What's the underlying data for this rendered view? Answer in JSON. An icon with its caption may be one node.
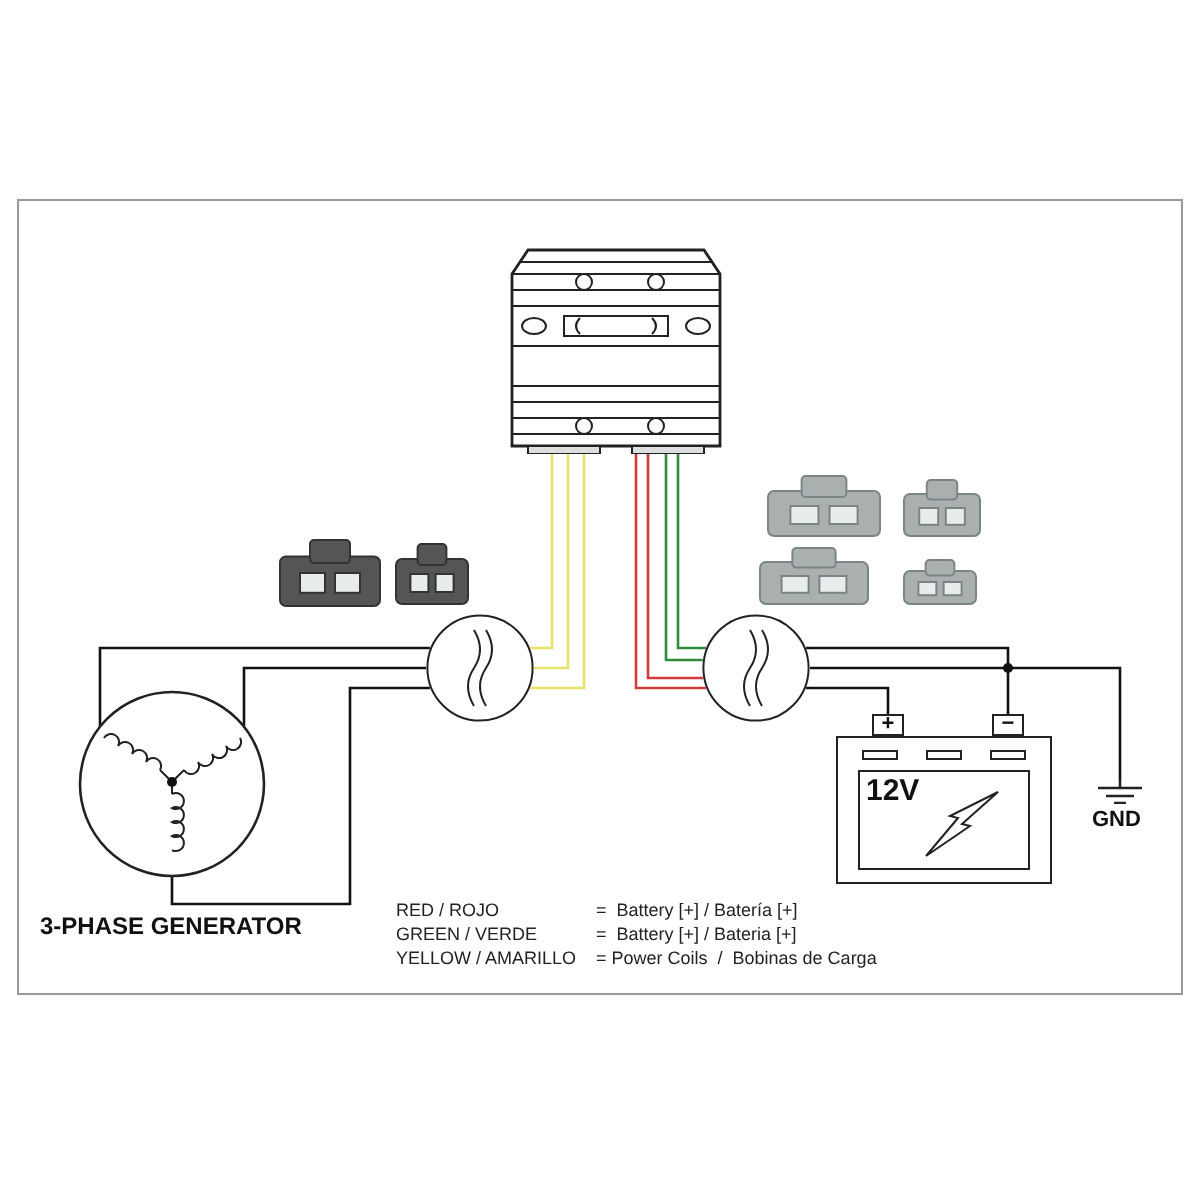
{
  "diagram": {
    "nodes": [
      {
        "text": [],
        "shape": "picture"
      },
      {
        "text": [],
        "shape": "circle"
      },
      {
        "text": [],
        "shape": "circle"
      },
      {
        "text": [
          "3-PHASE GENERATOR"
        ]
      },
      {
        "text": [
          "12V"
        ]
      },
      {
        "text": [
          "+"
        ]
      },
      {
        "text": [
          "−"
        ]
      },
      {
        "text": [
          "GND"
        ]
      }
    ],
    "edges": [
      {
        "from": 0,
        "to": 1,
        "arrow": "none",
        "color": "#e8e46a"
      },
      {
        "from": 0,
        "to": 1,
        "arrow": "none",
        "color": "#e8e46a"
      },
      {
        "from": 0,
        "to": 1,
        "arrow": "none",
        "color": "#e8e46a"
      },
      {
        "from": 1,
        "to": 3,
        "arrow": "none"
      },
      {
        "from": 1,
        "to": 3,
        "arrow": "none"
      },
      {
        "from": 1,
        "to": 3,
        "arrow": "none"
      },
      {
        "from": 0,
        "to": 2,
        "arrow": "none",
        "color": "#d43a3a"
      },
      {
        "from": 0,
        "to": 2,
        "arrow": "none",
        "color": "#d43a3a"
      },
      {
        "from": 0,
        "to": 2,
        "arrow": "none",
        "color": "#2f8a3a"
      },
      {
        "from": 0,
        "to": 2,
        "arrow": "none",
        "color": "#2f8a3a"
      },
      {
        "from": 2,
        "to": 5,
        "arrow": "none"
      },
      {
        "from": 2,
        "to": 6,
        "arrow": "none"
      },
      {
        "from": 2,
        "to": 7,
        "arrow": "none"
      }
    ],
    "labels": [
      "RED / ROJO",
      "=  Battery [+] / Batería [+]",
      "GREEN / VERDE",
      "=  Battery [+] / Bateria [+]",
      "YELLOW / AMARILLO",
      "= Power Coils  /  Bobinas de Carga"
    ]
  }
}
